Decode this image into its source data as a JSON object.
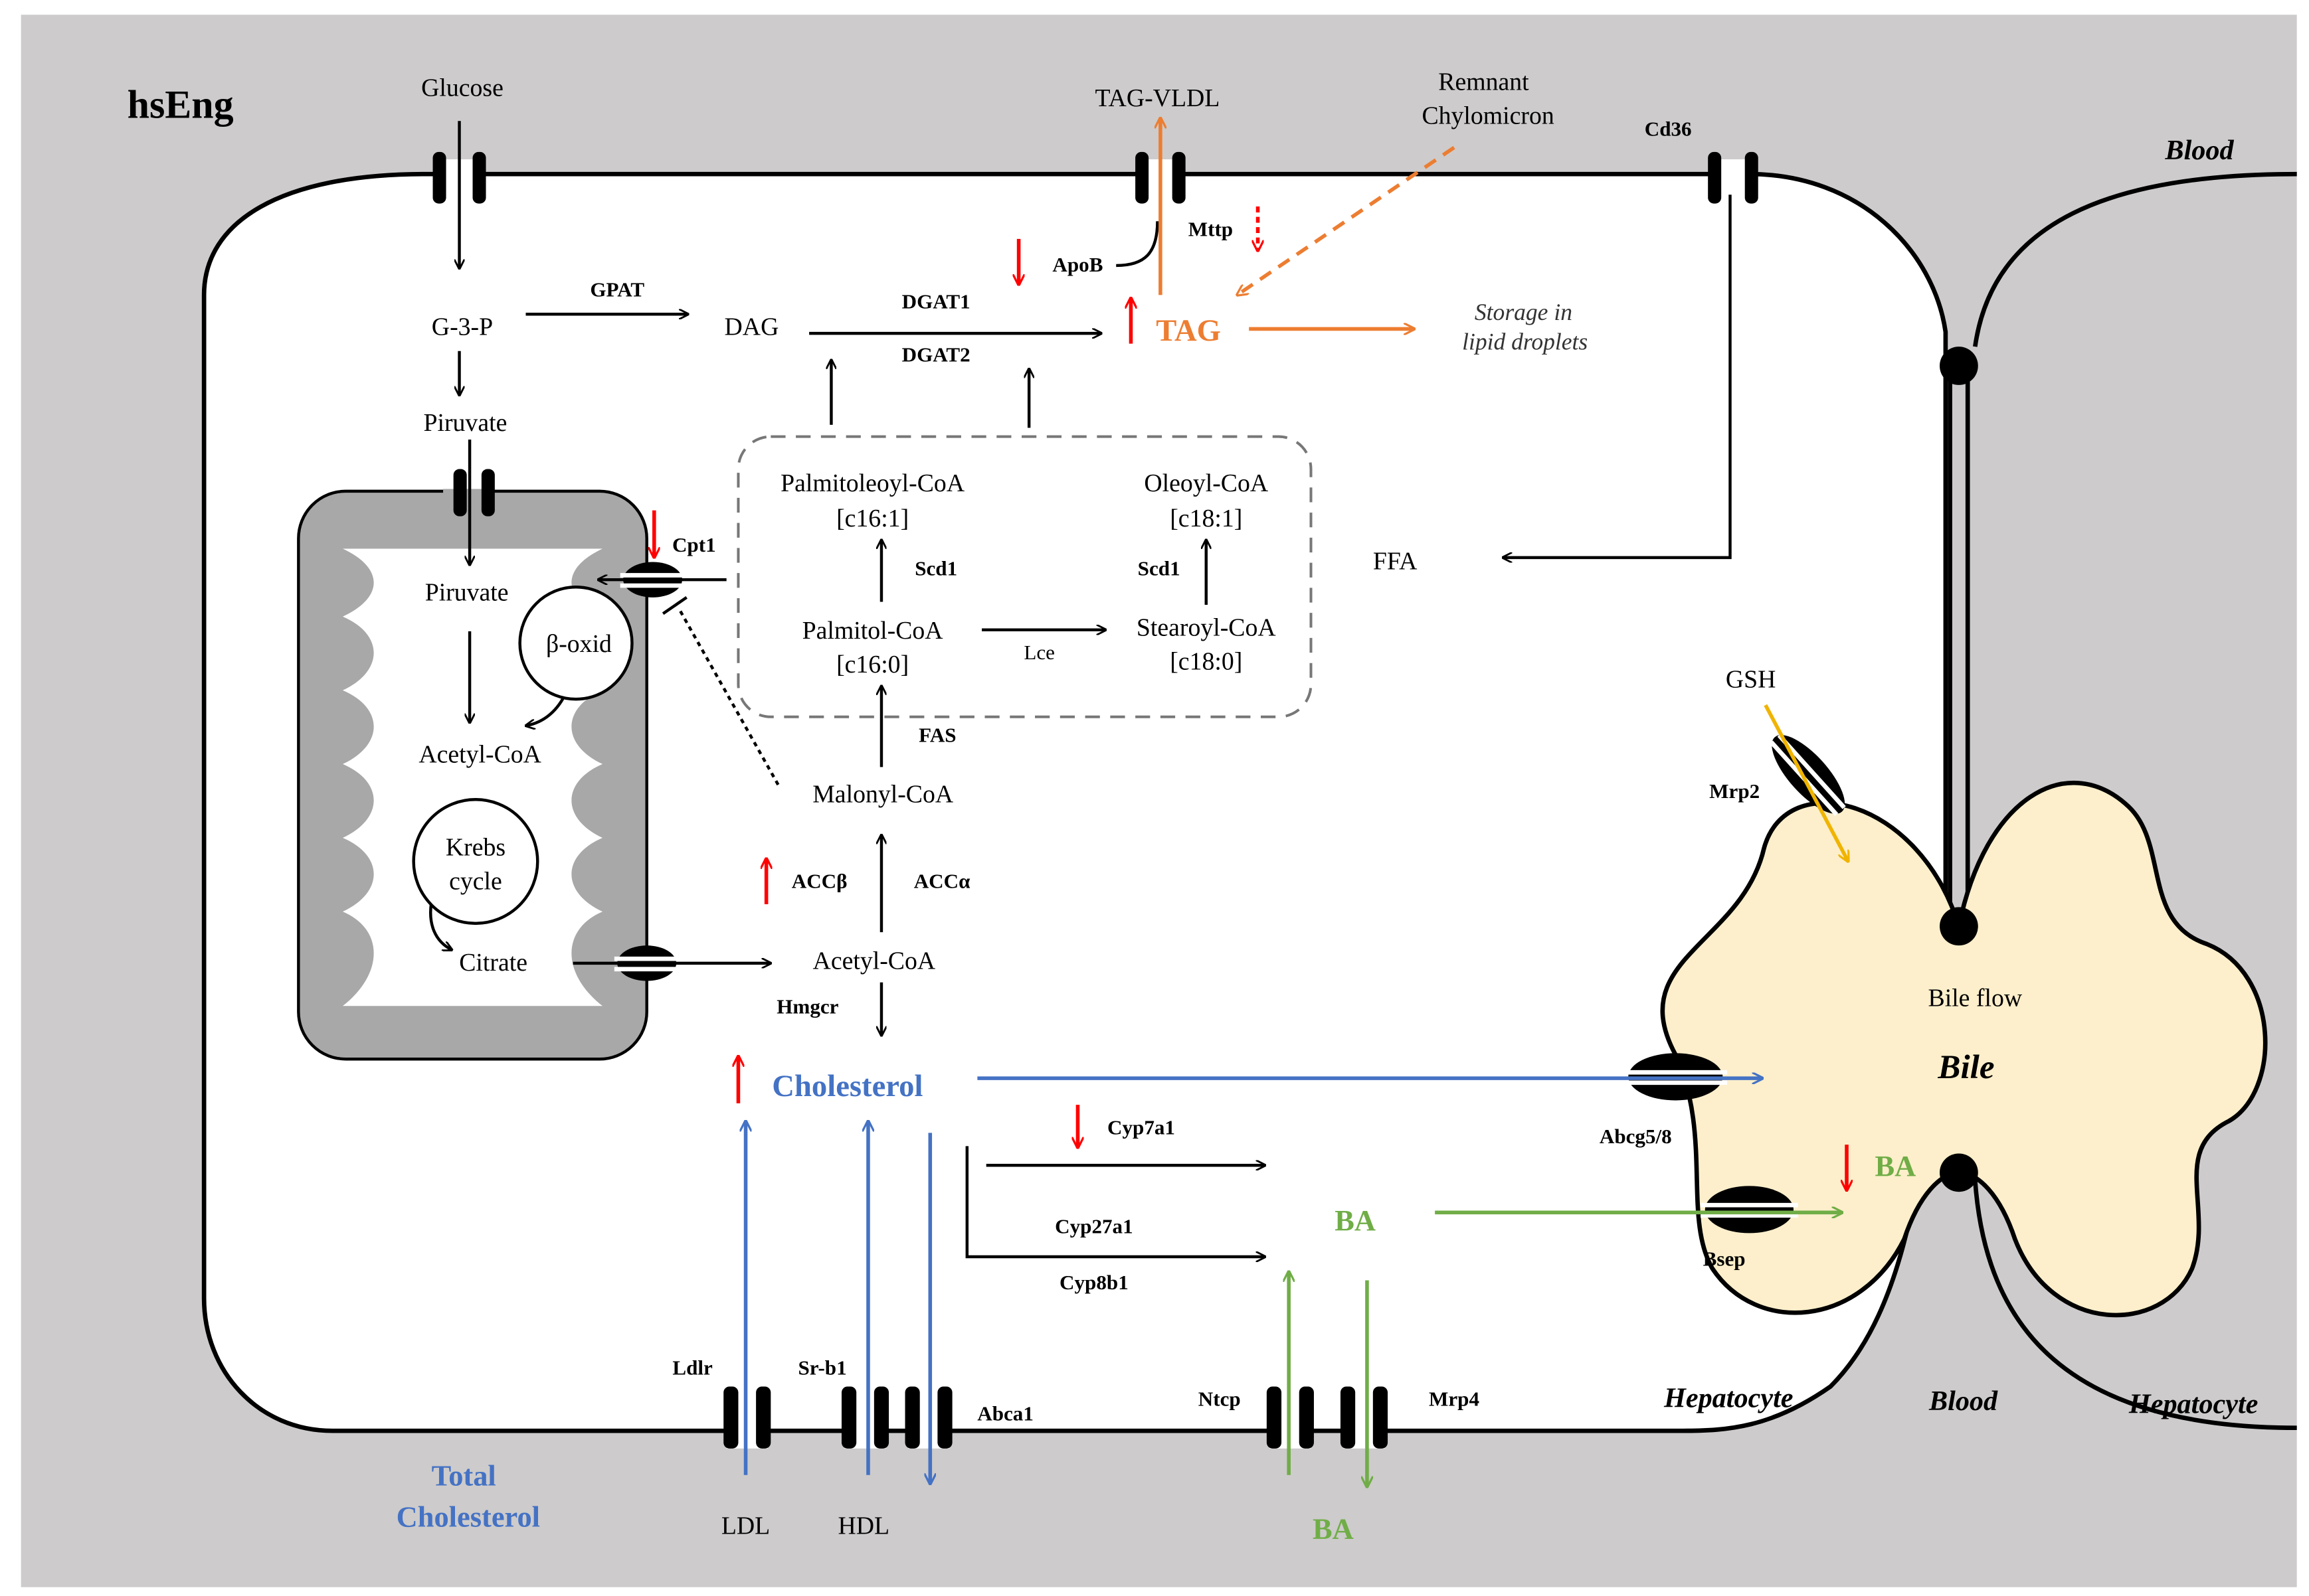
{
  "labels": {
    "title": "hsEng",
    "glucose": "Glucose",
    "tag_vldl": "TAG-VLDL",
    "remnant_1": "Remnant",
    "remnant_2": "Chylomicron",
    "cd36": "Cd36",
    "blood_top": "Blood",
    "g3p": "G-3-P",
    "gpat": "GPAT",
    "dag": "DAG",
    "dgat1": "DGAT1",
    "dgat2": "DGAT2",
    "tag": "TAG",
    "apob": "ApoB",
    "mttp": "Mttp",
    "storage_1": "Storage in",
    "storage_2": "lipid droplets",
    "piruvate_cyto": "Piruvate",
    "piruvate_mito": "Piruvate",
    "beta_oxid": "β-oxid",
    "acetyl_coa_mito": "Acetyl-CoA",
    "krebs_1": "Krebs",
    "krebs_2": "cycle",
    "citrate": "Citrate",
    "cpt1": "Cpt1",
    "palmitoleoyl": "Palmitoleoyl-CoA",
    "c16_1": "[c16:1]",
    "oleoyl": "Oleoyl-CoA",
    "c18_1": "[c18:1]",
    "scd1_left": "Scd1",
    "scd1_right": "Scd1",
    "palmitol": "Palmitol-CoA",
    "c16_0": "[c16:0]",
    "lce": "Lce",
    "stearoyl": "Stearoyl-CoA",
    "c18_0": "[c18:0]",
    "ffa": "FFA",
    "fas": "FAS",
    "malonyl": "Malonyl-CoA",
    "acc_beta": "ACCβ",
    "acc_alpha": "ACCα",
    "acetyl_coa_cyto": "Acetyl-CoA",
    "hmgcr": "Hmgcr",
    "cholesterol": "Cholesterol",
    "cyp7a1": "Cyp7a1",
    "cyp27a1": "Cyp27a1",
    "cyp8b1": "Cyp8b1",
    "ba_cell": "BA",
    "gsh": "GSH",
    "mrp2": "Mrp2",
    "bile_flow": "Bile flow",
    "bile": "Bile",
    "abcg58": "Abcg5/8",
    "ba_bile": "BA",
    "bsep": "Bsep",
    "ldlr": "Ldlr",
    "srb1": "Sr-b1",
    "abca1": "Abca1",
    "ntcp": "Ntcp",
    "mrp4": "Mrp4",
    "hepatocyte_left": "Hepatocyte",
    "blood_bottom": "Blood",
    "hepatocyte_right": "Hepatocyte",
    "total_chol_1": "Total",
    "total_chol_2": "Cholesterol",
    "ldl": "LDL",
    "hdl": "HDL",
    "ba_blood": "BA"
  },
  "colors": {
    "background": "#cdcbcb",
    "cell": "#ffffff",
    "mitochondrion": "#a8a8a8",
    "bile": "#fdefcb",
    "tag_orange": "#ed7d31",
    "cholesterol_blue": "#4472c4",
    "ba_green": "#70ad47",
    "gsh_yellow": "#f0b400",
    "regulation_red": "#ff0000",
    "ink": "#000000"
  }
}
